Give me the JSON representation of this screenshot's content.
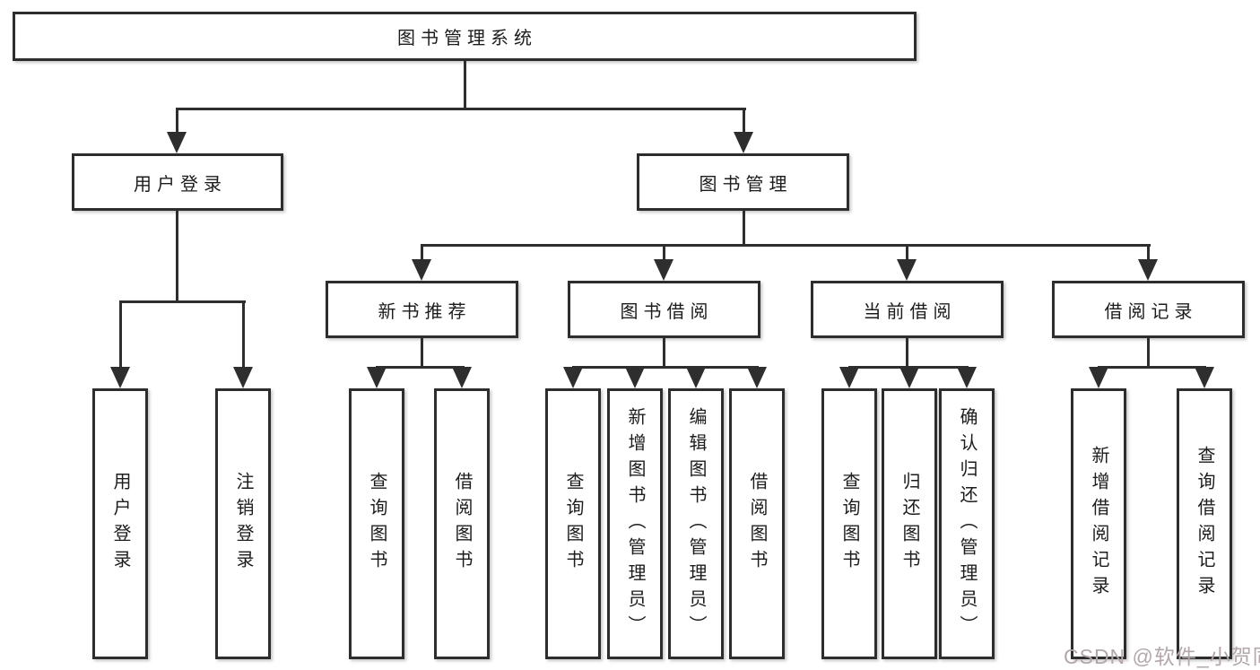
{
  "tree": {
    "root": "图书管理系统",
    "level2": [
      {
        "label": "用户登录"
      },
      {
        "label": "图书管理"
      }
    ],
    "level3": [
      {
        "label": "新书推荐"
      },
      {
        "label": "图书借阅"
      },
      {
        "label": "当前借阅"
      },
      {
        "label": "借阅记录"
      }
    ],
    "login_children": [
      "用户登录",
      "注销登录"
    ],
    "new_book_children": [
      "查询图书",
      "借阅图书"
    ],
    "borrow_children": [
      "查询图书",
      "新增图书（管理员）",
      "编辑图书（管理员）",
      "借阅图书"
    ],
    "current_children": [
      "查询图书",
      "归还图书",
      "确认归还（管理员）"
    ],
    "record_children": [
      "新增借阅记录",
      "查询借阅记录"
    ]
  },
  "watermark": {
    "text": "CSDN @软件_小贺同学",
    "color": "#b3a7ac"
  },
  "colors": {
    "background": "#ffffff",
    "line": "#2e2e2e",
    "box_border": "#2d2d2d",
    "box_fill": "#ffffff",
    "label_text": "#1c1c1c"
  }
}
